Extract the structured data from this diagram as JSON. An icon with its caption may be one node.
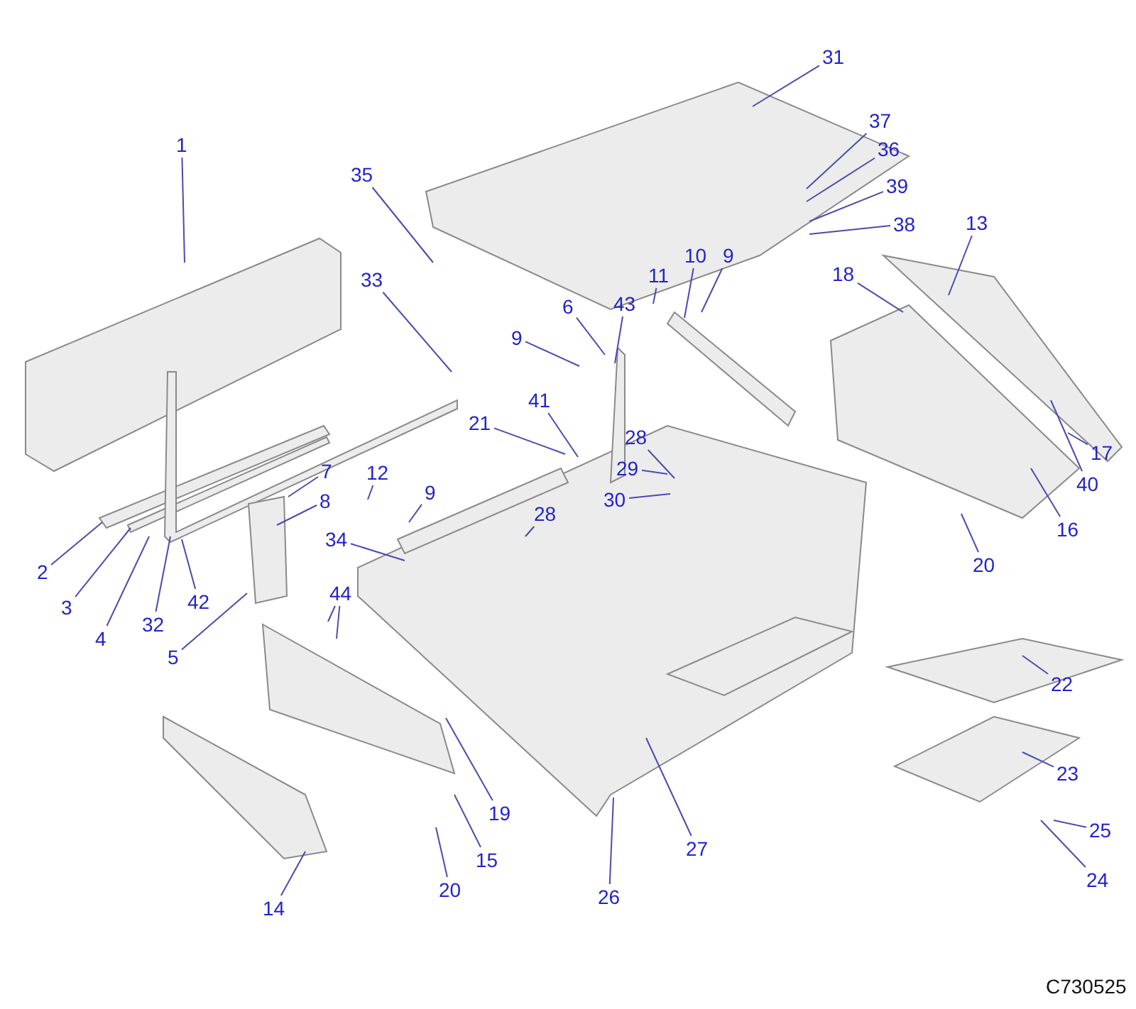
{
  "diagram": {
    "nodes": [
      {
        "text": [
          "31"
        ]
      },
      {
        "text": [
          "37"
        ]
      },
      {
        "text": [
          "1"
        ]
      },
      {
        "text": [
          "36"
        ]
      },
      {
        "text": [
          "35"
        ]
      },
      {
        "text": [
          "39"
        ]
      },
      {
        "text": [
          "13"
        ]
      },
      {
        "text": [
          "38"
        ]
      },
      {
        "text": [
          "9"
        ]
      },
      {
        "text": [
          "10"
        ]
      },
      {
        "text": [
          "11"
        ]
      },
      {
        "text": [
          "18"
        ]
      },
      {
        "text": [
          "33"
        ]
      },
      {
        "text": [
          "6"
        ]
      },
      {
        "text": [
          "43"
        ]
      },
      {
        "text": [
          "9"
        ]
      },
      {
        "text": [
          "41"
        ]
      },
      {
        "text": [
          "21"
        ]
      },
      {
        "text": [
          "28"
        ]
      },
      {
        "text": [
          "17"
        ]
      },
      {
        "text": [
          "29"
        ]
      },
      {
        "text": [
          "7"
        ]
      },
      {
        "text": [
          "12"
        ]
      },
      {
        "text": [
          "30"
        ]
      },
      {
        "text": [
          "40"
        ]
      },
      {
        "text": [
          "9"
        ]
      },
      {
        "text": [
          "28"
        ]
      },
      {
        "text": [
          "8"
        ]
      },
      {
        "text": [
          "16"
        ]
      },
      {
        "text": [
          "34"
        ]
      },
      {
        "text": [
          "20"
        ]
      },
      {
        "text": [
          "2"
        ]
      },
      {
        "text": [
          "44"
        ]
      },
      {
        "text": [
          "42"
        ]
      },
      {
        "text": [
          "3"
        ]
      },
      {
        "text": [
          "32"
        ]
      },
      {
        "text": [
          "4"
        ]
      },
      {
        "text": [
          "5"
        ]
      },
      {
        "text": [
          "22"
        ]
      },
      {
        "text": [
          "23"
        ]
      },
      {
        "text": [
          "19"
        ]
      },
      {
        "text": [
          "25"
        ]
      },
      {
        "text": [
          "27"
        ]
      },
      {
        "text": [
          "15"
        ]
      },
      {
        "text": [
          "24"
        ]
      },
      {
        "text": [
          "20"
        ]
      },
      {
        "text": [
          "26"
        ]
      },
      {
        "text": [
          "14"
        ]
      }
    ],
    "edges": [
      {
        "from": 0,
        "to": null,
        "arrow": "none"
      },
      {
        "from": 1,
        "to": null,
        "arrow": "none"
      },
      {
        "from": 2,
        "to": null,
        "arrow": "none"
      },
      {
        "from": 3,
        "to": null,
        "arrow": "none"
      },
      {
        "from": 4,
        "to": null,
        "arrow": "none"
      },
      {
        "from": 5,
        "to": null,
        "arrow": "none"
      },
      {
        "from": 6,
        "to": null,
        "arrow": "none"
      },
      {
        "from": 7,
        "to": null,
        "arrow": "none"
      },
      {
        "from": 8,
        "to": null,
        "arrow": "none"
      },
      {
        "from": 9,
        "to": null,
        "arrow": "none"
      },
      {
        "from": 10,
        "to": null,
        "arrow": "none"
      },
      {
        "from": 11,
        "to": null,
        "arrow": "none"
      },
      {
        "from": 12,
        "to": null,
        "arrow": "none"
      },
      {
        "from": 13,
        "to": null,
        "arrow": "none"
      },
      {
        "from": 14,
        "to": null,
        "arrow": "none"
      },
      {
        "from": 15,
        "to": null,
        "arrow": "none"
      },
      {
        "from": 16,
        "to": null,
        "arrow": "none"
      },
      {
        "from": 17,
        "to": null,
        "arrow": "none"
      },
      {
        "from": 18,
        "to": null,
        "arrow": "none"
      },
      {
        "from": 19,
        "to": null,
        "arrow": "none"
      },
      {
        "from": 20,
        "to": null,
        "arrow": "none"
      },
      {
        "from": 21,
        "to": null,
        "arrow": "none"
      },
      {
        "from": 22,
        "to": null,
        "arrow": "none"
      },
      {
        "from": 23,
        "to": null,
        "arrow": "none"
      },
      {
        "from": 24,
        "to": null,
        "arrow": "none"
      },
      {
        "from": 25,
        "to": null,
        "arrow": "none"
      },
      {
        "from": 26,
        "to": null,
        "arrow": "none"
      },
      {
        "from": 27,
        "to": null,
        "arrow": "none"
      },
      {
        "from": 28,
        "to": null,
        "arrow": "none"
      },
      {
        "from": 29,
        "to": null,
        "arrow": "none"
      },
      {
        "from": 30,
        "to": null,
        "arrow": "none"
      },
      {
        "from": 31,
        "to": null,
        "arrow": "none"
      },
      {
        "from": 32,
        "to": null,
        "arrow": "none"
      },
      {
        "from": 32,
        "to": null,
        "arrow": "none"
      },
      {
        "from": 33,
        "to": null,
        "arrow": "none"
      },
      {
        "from": 34,
        "to": null,
        "arrow": "none"
      },
      {
        "from": 35,
        "to": null,
        "arrow": "none"
      },
      {
        "from": 36,
        "to": null,
        "arrow": "none"
      },
      {
        "from": 37,
        "to": null,
        "arrow": "none"
      },
      {
        "from": 38,
        "to": null,
        "arrow": "none"
      },
      {
        "from": 39,
        "to": null,
        "arrow": "none"
      },
      {
        "from": 40,
        "to": null,
        "arrow": "none"
      },
      {
        "from": 41,
        "to": null,
        "arrow": "none"
      },
      {
        "from": 42,
        "to": null,
        "arrow": "none"
      },
      {
        "from": 43,
        "to": null,
        "arrow": "none"
      },
      {
        "from": 44,
        "to": null,
        "arrow": "none"
      },
      {
        "from": 45,
        "to": null,
        "arrow": "none"
      },
      {
        "from": 46,
        "to": null,
        "arrow": "none"
      },
      {
        "from": 47,
        "to": null,
        "arrow": "none"
      }
    ],
    "labels": [
      "C730525"
    ]
  }
}
